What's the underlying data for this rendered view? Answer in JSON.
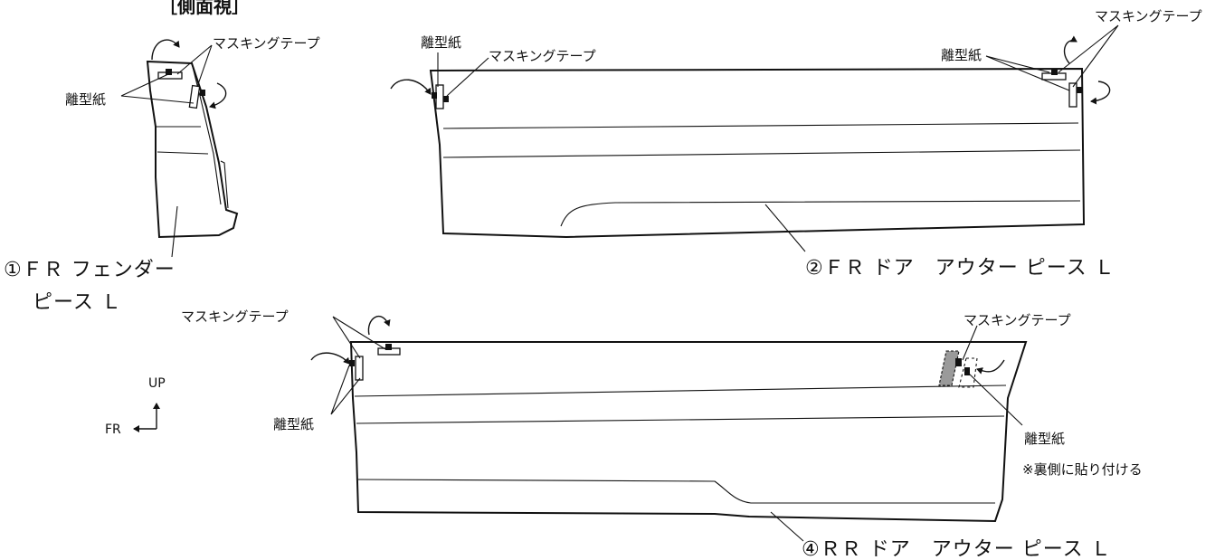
{
  "title": "［側面視］",
  "labels": {
    "masking_tape": "マスキングテープ",
    "release_paper": "離型紙",
    "back_note": "※裏側に貼り付ける"
  },
  "parts": {
    "fr_fender_line1": "①ＦＲ フェンダー",
    "fr_fender_line2": "ピース Ｌ",
    "fr_door": "②ＦＲ ドア　アウター ピース Ｌ",
    "rr_door": "④ＲＲ ドア　アウター ピース Ｌ"
  },
  "direction": {
    "up": "UP",
    "fr": "FR"
  }
}
